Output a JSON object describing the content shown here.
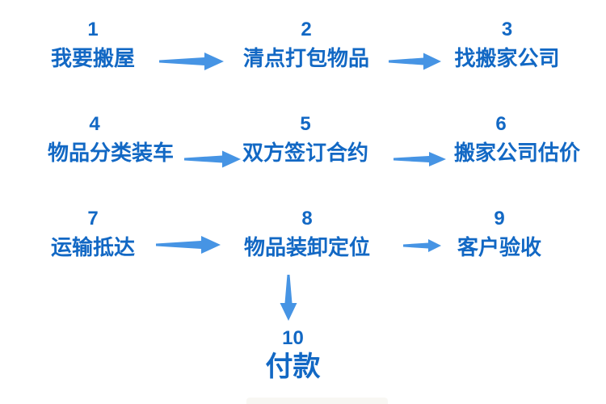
{
  "colors": {
    "text_blue": "#1268c4",
    "arrow_blue": "#4694e4"
  },
  "flow": {
    "steps": [
      {
        "number": "1",
        "label": "我要搬屋"
      },
      {
        "number": "2",
        "label": "清点打包物品"
      },
      {
        "number": "3",
        "label": "找搬家公司"
      },
      {
        "number": "4",
        "label": "物品分类装车"
      },
      {
        "number": "5",
        "label": "双方签订合约"
      },
      {
        "number": "6",
        "label": "搬家公司估价"
      },
      {
        "number": "7",
        "label": "运输抵达"
      },
      {
        "number": "8",
        "label": "物品装卸定位"
      },
      {
        "number": "9",
        "label": "客户验收"
      },
      {
        "number": "10",
        "label": "付款"
      }
    ],
    "connections": [
      "1→2",
      "2→3",
      "4→5",
      "5→6",
      "7→8",
      "8→9",
      "8→10"
    ]
  }
}
